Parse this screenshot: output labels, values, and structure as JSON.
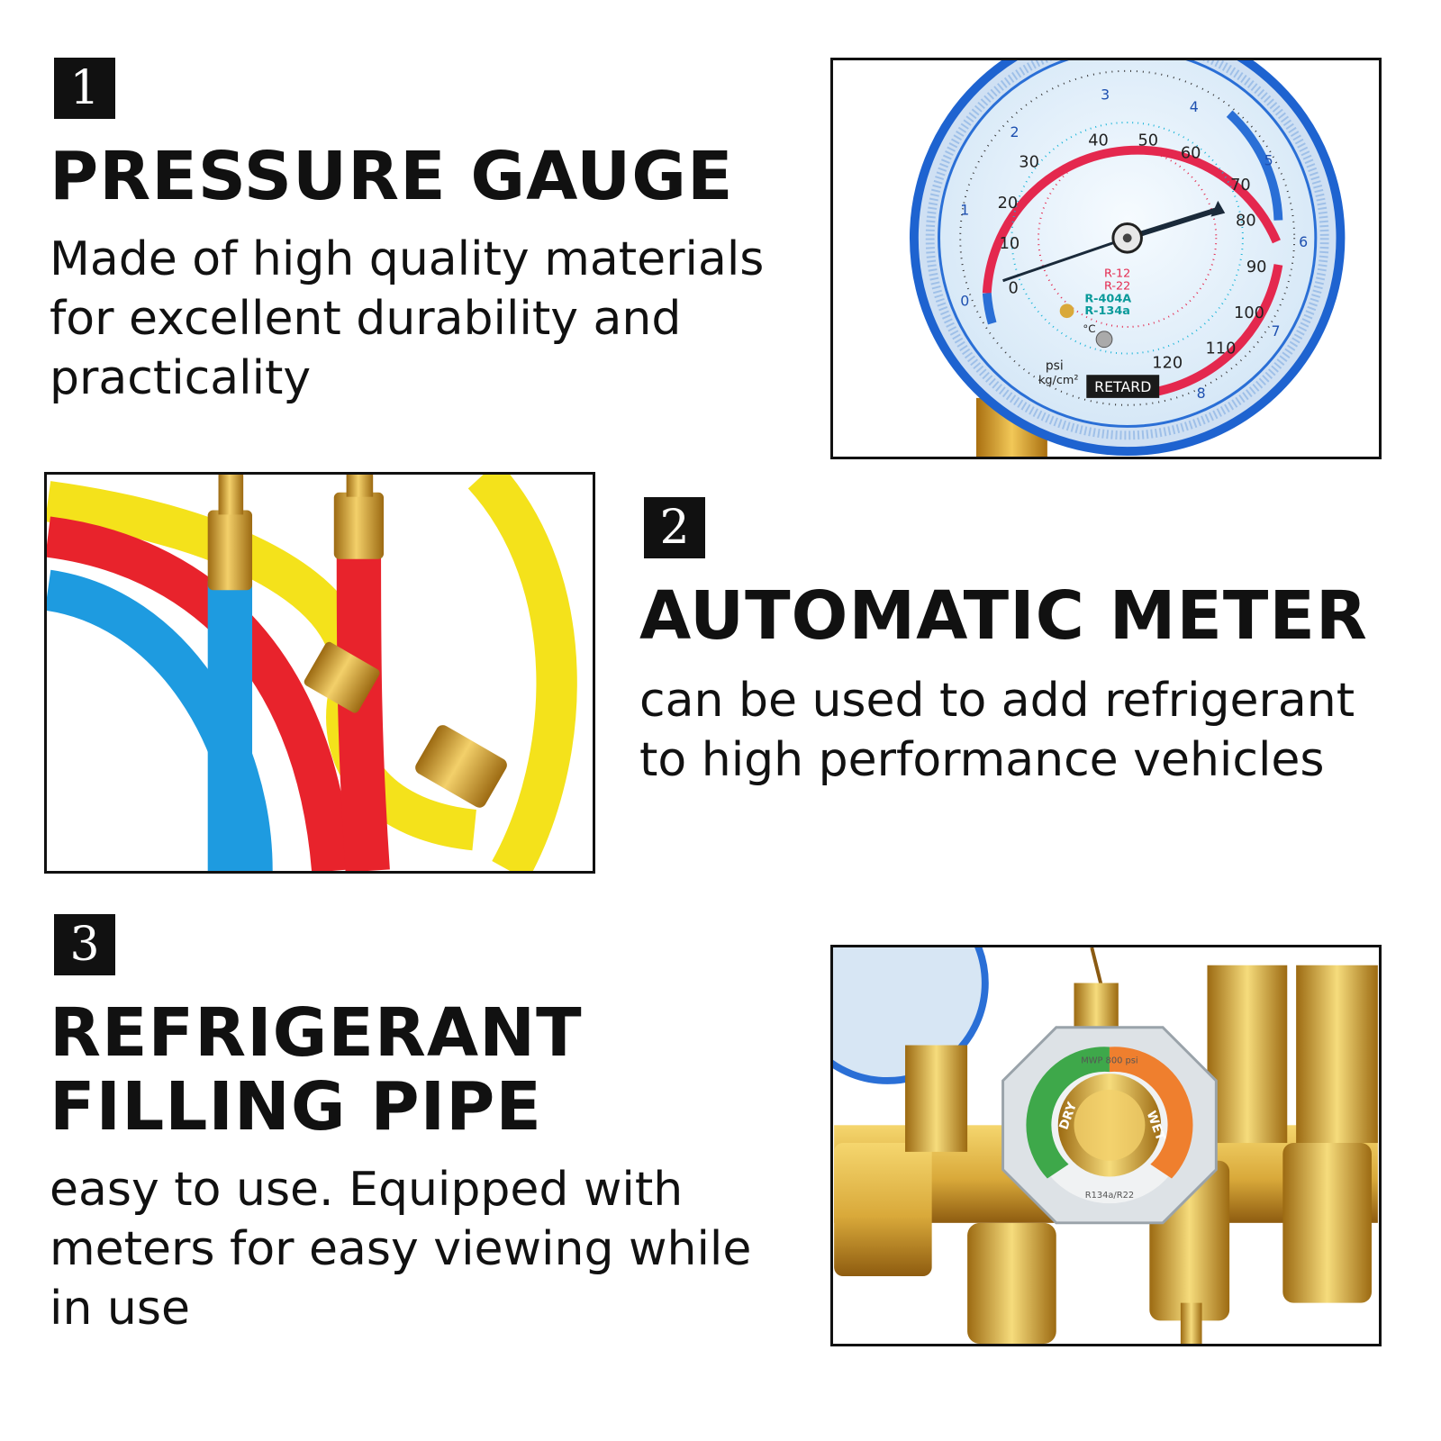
{
  "sections": [
    {
      "number": "1",
      "title": "PRESSURE GAUGE",
      "description": "Made of high quality materials for excellent durability and practicality",
      "photo_icon": "pressure-gauge-photo"
    },
    {
      "number": "2",
      "title": "AUTOMATIC METER",
      "description": "can be used to add refrigerant to high performance vehicles",
      "photo_icon": "colored-hoses-photo"
    },
    {
      "number": "3",
      "title": "REFRIGERANT FILLING PIPE",
      "description": "easy to use. Equipped with meters for easy viewing while in use",
      "photo_icon": "brass-manifold-photo"
    }
  ],
  "gauge": {
    "outer_scale": [
      "0",
      "1",
      "2",
      "3",
      "4",
      "5",
      "6",
      "7",
      "8"
    ],
    "psi_scale": [
      "0",
      "10",
      "20",
      "30",
      "40",
      "50",
      "60",
      "70",
      "80",
      "90",
      "100",
      "110",
      "120"
    ],
    "label_retard": "RETARD",
    "label_psi": "psi",
    "label_kg": "kg/cm²",
    "refrigerants": [
      "R-12",
      "R-22",
      "R-404A",
      "R-134a"
    ],
    "unit_celsius": "°C"
  },
  "sight_glass": {
    "label_dry": "DRY",
    "label_wet": "WET",
    "top_text": "MWP 800 psi",
    "bottom_text": "R134a/R22"
  },
  "colors": {
    "hose_red": "#e8232c",
    "hose_blue": "#1e9be0",
    "hose_yellow": "#f4e21b",
    "brass": "#d9a93a",
    "gauge_blue": "#2a6fd6",
    "gauge_red": "#e4284e"
  }
}
